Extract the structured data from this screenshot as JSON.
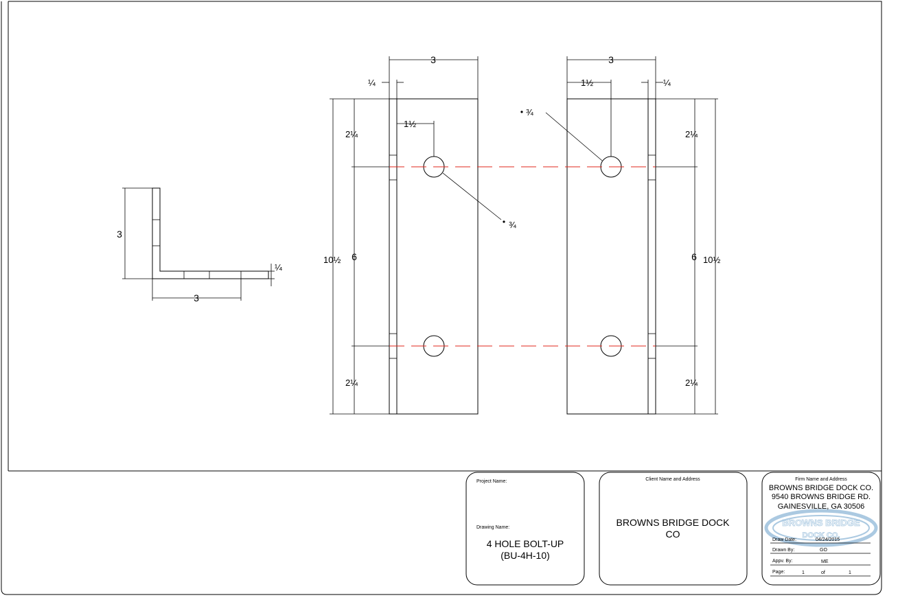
{
  "dimensions": {
    "angle_leg_height": "3",
    "angle_leg_width": "3",
    "angle_thickness": "¼",
    "left_top_width": "3",
    "left_thickness": "¼",
    "left_hole_offset": "1½",
    "left_top_edge": "2¼",
    "left_bottom_edge": "2¼",
    "left_spacing": "6",
    "left_overall": "10½",
    "left_hole_dia": "¾",
    "right_top_width": "3",
    "right_hole_offset": "1½",
    "right_thickness": "¼",
    "right_hole_dia": "¾",
    "right_top_edge": "2¼",
    "right_bottom_edge": "2¼",
    "right_spacing": "6",
    "right_overall": "10½"
  },
  "title_block": {
    "project_label": "Project Name:",
    "drawing_label": "Drawing Name:",
    "drawing_name_line1": "4 HOLE BOLT-UP",
    "drawing_name_line2": "(BU-4H-10)",
    "client_label": "Client Name and Address",
    "client_line1": "BROWNS BRIDGE DOCK",
    "client_line2": "CO",
    "firm_label": "Firm Name and Address",
    "firm_line1": "BROWNS BRIDGE DOCK CO.",
    "firm_line2": "9540 BROWNS BRIDGE RD.",
    "firm_line3": "GAINESVILLE, GA 30506",
    "stamp_text_top": "BROWNS BRIDGE",
    "stamp_text_bottom": "DOCK CO.",
    "draw_date_label": "Draw Date:",
    "draw_date_value": "04/24/2015",
    "drawn_by_label": "Drawn By:",
    "drawn_by_value": "GO",
    "appv_by_label": "Appv. By:",
    "appv_by_value": "ME",
    "page_label": "Page:",
    "page_num": "1",
    "page_of": "of",
    "page_total": "1"
  },
  "colors": {
    "centerline": "#e0241b",
    "stamp": "#8fb8d8"
  }
}
